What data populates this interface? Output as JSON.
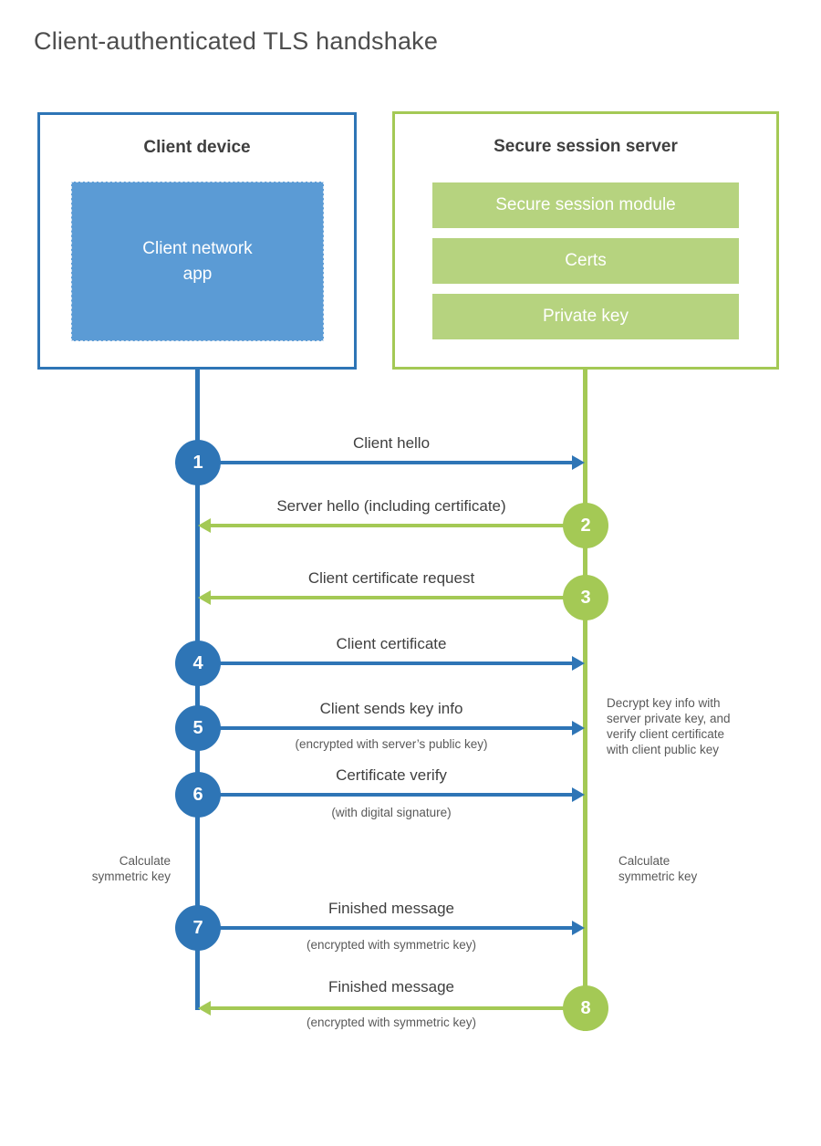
{
  "title": "Client-authenticated TLS handshake",
  "client": {
    "title": "Client device",
    "module": "Client network\napp"
  },
  "server": {
    "title": "Secure session server",
    "modules": [
      "Secure session module",
      "Certs",
      "Private key"
    ]
  },
  "steps": [
    {
      "number": "1",
      "label": "Client hello",
      "sub": "",
      "from": "client",
      "to": "server"
    },
    {
      "number": "2",
      "label": "Server hello (including certificate)",
      "sub": "",
      "from": "server",
      "to": "client"
    },
    {
      "number": "3",
      "label": "Client certificate request",
      "sub": "",
      "from": "server",
      "to": "client"
    },
    {
      "number": "4",
      "label": "Client certificate",
      "sub": "",
      "from": "client",
      "to": "server"
    },
    {
      "number": "5",
      "label": "Client sends key info",
      "sub": "(encrypted with server’s public key)",
      "from": "client",
      "to": "server"
    },
    {
      "number": "6",
      "label": "Certificate verify",
      "sub": "(with digital signature)",
      "from": "client",
      "to": "server"
    },
    {
      "number": "7",
      "label": "Finished message",
      "sub": "(encrypted with symmetric key)",
      "from": "client",
      "to": "server"
    },
    {
      "number": "8",
      "label": "Finished message",
      "sub": "(encrypted with symmetric key)",
      "from": "server",
      "to": "client"
    }
  ],
  "annotations": {
    "server_note": "Decrypt key info with\nserver private key, and\nverify client certificate\nwith client public key",
    "client_calculate": "Calculate\nsymmetric key",
    "server_calculate": "Calculate\nsymmetric key"
  },
  "colors": {
    "client_accent": "#2e75b6",
    "client_fill": "#5b9bd5",
    "server_accent": "#a4c955",
    "server_fill": "#b6d37f"
  }
}
